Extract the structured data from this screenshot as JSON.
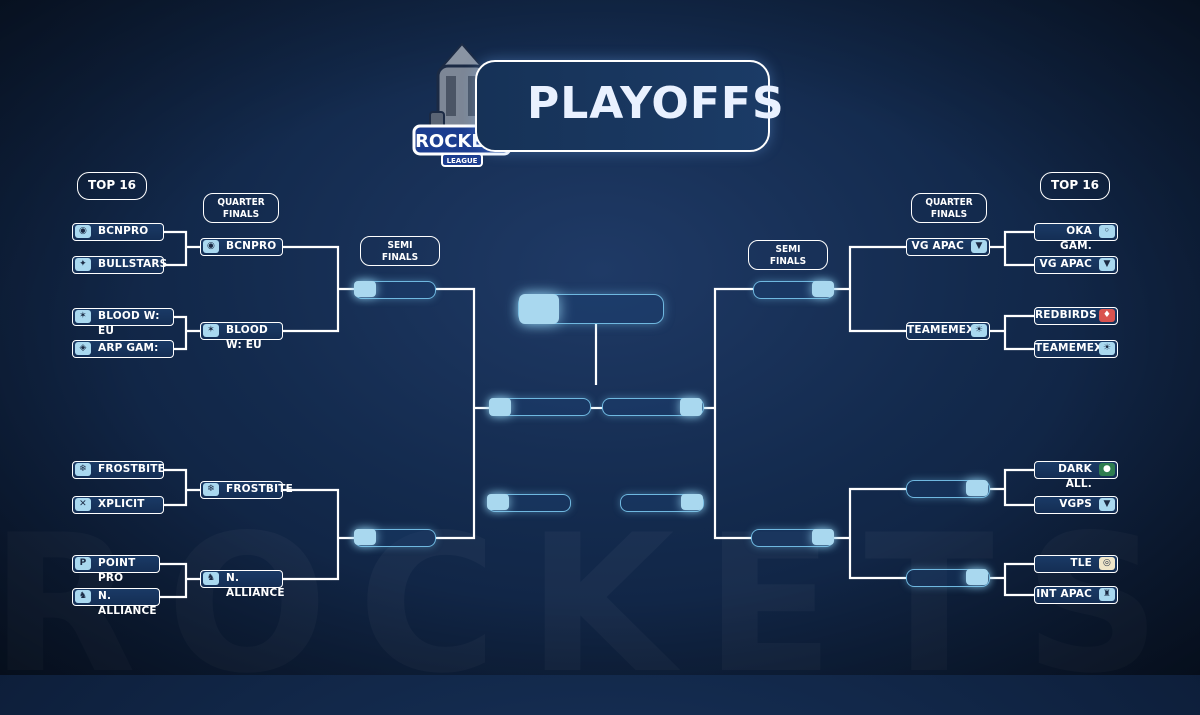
{
  "title": "PLAYOFFS",
  "logo": {
    "text": "ROCKETS",
    "subtext": "LEAGUE"
  },
  "rounds": {
    "top16": "TOP 16",
    "quarter_line1": "QUARTER",
    "quarter_line2": "FINALS",
    "semi_line1": "SEMI",
    "semi_line2": "FINALS"
  },
  "left": {
    "top16": [
      "BCNPRO",
      "BULLSTARS",
      "BLOOD W: EU",
      "ARP GAM:",
      "FROSTBITE",
      "XPLICIT",
      "POINT PRO",
      "N. ALLIANCE"
    ],
    "quarter": [
      "BCNPRO",
      "BLOOD W: EU",
      "FROSTBITE",
      "N. ALLIANCE"
    ]
  },
  "right": {
    "top16": [
      "OKA GAM.",
      "VG APAC",
      "REDBIRDS",
      "TEAMEMEX",
      "DARK ALL.",
      "VGPS",
      "TLE",
      "INT APAC"
    ],
    "quarter": [
      "VG APAC",
      "TEAMEMEX"
    ]
  },
  "colors": {
    "accent": "#a9d8ef",
    "line": "#ffffff",
    "background": "#132a4d"
  }
}
